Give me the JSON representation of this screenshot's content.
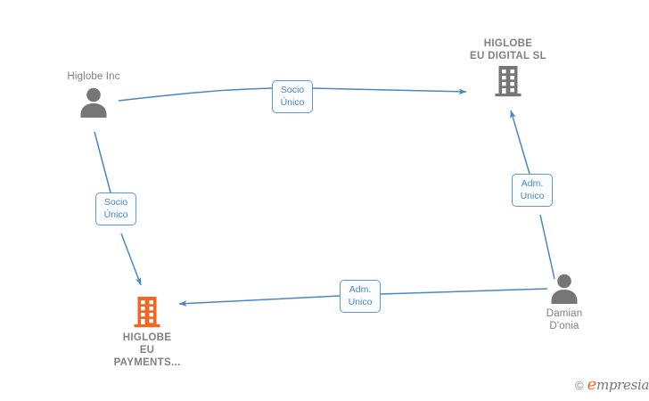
{
  "diagram": {
    "type": "corporate-relationship-graph",
    "background": "#ffffff",
    "colors": {
      "edge": "#4a86c8",
      "label_border": "#5b9bd5",
      "label_text": "#4a86c8",
      "node_text": "#808080",
      "person_icon": "#767676",
      "company_icon_gray": "#767676",
      "company_icon_orange": "#f4651f"
    },
    "nodes": [
      {
        "id": "higlobe-inc",
        "label": "Higlobe Inc",
        "icon": "person-icon",
        "icon_color": "#767676",
        "label_position": "above"
      },
      {
        "id": "eu-digital",
        "label": "HIGLOBE\nEU DIGITAL  SL",
        "icon": "building-icon",
        "icon_color": "#767676",
        "label_position": "above"
      },
      {
        "id": "eu-payments",
        "label": "HIGLOBE\nEU\nPAYMENTS...",
        "icon": "building-icon",
        "icon_color": "#f4651f",
        "label_position": "below"
      },
      {
        "id": "damian",
        "label": "Damian\nD'onia",
        "icon": "person-icon",
        "icon_color": "#767676",
        "label_position": "below"
      }
    ],
    "edges": [
      {
        "id": "inc-to-digital",
        "from": "higlobe-inc",
        "to": "eu-digital",
        "label": "Socio\nÚnico"
      },
      {
        "id": "inc-to-payments",
        "from": "higlobe-inc",
        "to": "eu-payments",
        "label": "Socio\nÚnico"
      },
      {
        "id": "damian-to-digital",
        "from": "damian",
        "to": "eu-digital",
        "label": "Adm.\nUnico"
      },
      {
        "id": "damian-to-payments",
        "from": "damian",
        "to": "eu-payments",
        "label": "Adm.\nUnico"
      }
    ]
  },
  "watermark": {
    "copyright": "©",
    "brand_lead": "e",
    "brand_rest": "mpresia"
  }
}
